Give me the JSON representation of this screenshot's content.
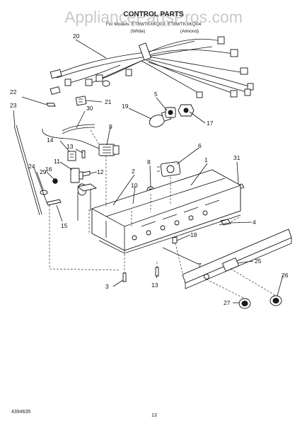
{
  "watermark": "AppliancePartsPros.com",
  "header": {
    "title": "CONTROL PARTS",
    "subtitle": "For Models: ET8WTKXKQ03, ET8WTKXKQ04",
    "variant_left": "(White)",
    "variant_right": "(Almond)"
  },
  "footer": {
    "doc_number": "4394635",
    "page_number": "13"
  },
  "callouts": {
    "c1": "1",
    "c2": "2",
    "c3": "3",
    "c4": "4",
    "c5": "5",
    "c6": "6",
    "c7": "7",
    "c8": "8",
    "c9": "9",
    "c10": "10",
    "c11": "11",
    "c12": "12",
    "c13a": "13",
    "c13b": "13",
    "c14": "14",
    "c15": "15",
    "c16": "16",
    "c17": "17",
    "c18": "18",
    "c19": "19",
    "c20": "20",
    "c21": "21",
    "c22": "22",
    "c23": "23",
    "c24": "24",
    "c25": "25",
    "c26": "26",
    "c27": "27",
    "c29": "29",
    "c30": "30",
    "c31": "31"
  }
}
